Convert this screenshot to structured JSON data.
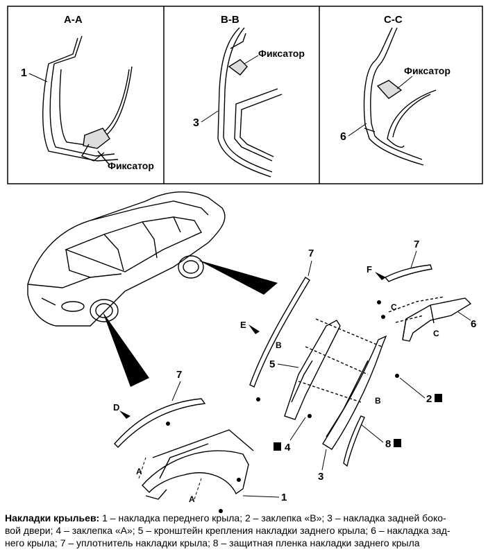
{
  "sections": [
    {
      "title": "A-A",
      "part_label": "1",
      "clip_label": "Фиксатор"
    },
    {
      "title": "B-B",
      "part_label": "3",
      "clip_label": "Фиксатор"
    },
    {
      "title": "C-C",
      "part_label": "6",
      "clip_label": "Фиксатор"
    }
  ],
  "callouts": {
    "n1": "1",
    "n2": "2",
    "n3": "3",
    "n4": "4",
    "n5": "5",
    "n6": "6",
    "n7_front": "7",
    "n7_middle": "7",
    "n7_rear": "7",
    "n8": "8",
    "view_d": "D",
    "view_e": "E",
    "view_f": "F",
    "sec_a1": "A",
    "sec_a2": "A",
    "sec_b1": "B",
    "sec_b2": "B",
    "sec_c1": "C",
    "sec_c2": "C"
  },
  "caption": {
    "title": "Накладки крыльев:",
    "line1": " 1 – накладка переднего крыла; 2 – заклепка «В»; 3 – накладка задней боко-",
    "line2": "вой двери; 4 – заклепка «А»; 5 – кронштейн крепления накладки заднего крыла; 6 – накладка зад-",
    "line3": "него крыла; 7 – уплотнитель накладки крыла; 8 – защитная пленка накладки заднего крыла"
  }
}
